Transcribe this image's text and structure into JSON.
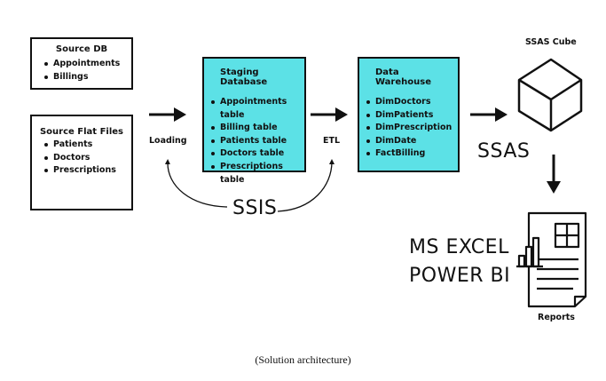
{
  "source_db": {
    "title": "Source DB",
    "items": [
      "Appointments",
      "Billings"
    ]
  },
  "source_flat": {
    "title": "Source Flat Files",
    "items": [
      "Patients",
      "Doctors",
      "Prescriptions"
    ]
  },
  "staging": {
    "title": "Staging Database",
    "items": [
      "Appointments table",
      "Billing table",
      "Patients table",
      "Doctors table",
      "Prescriptions table"
    ]
  },
  "warehouse": {
    "title": "Data Warehouse",
    "items": [
      "DimDoctors",
      "DimPatients",
      "DimPrescription",
      "DimDate",
      "FactBilling"
    ]
  },
  "labels": {
    "loading": "Loading",
    "etl": "ETL",
    "ssis": "SSIS",
    "ssas": "SSAS",
    "ssas_cube": "SSAS Cube",
    "ms_excel": "MS EXCEL",
    "power_bi": "POWER BI",
    "reports": "Reports"
  },
  "caption": "(Solution architecture)",
  "colors": {
    "staging_fill": "#5ce1e6",
    "stroke": "#111111"
  }
}
